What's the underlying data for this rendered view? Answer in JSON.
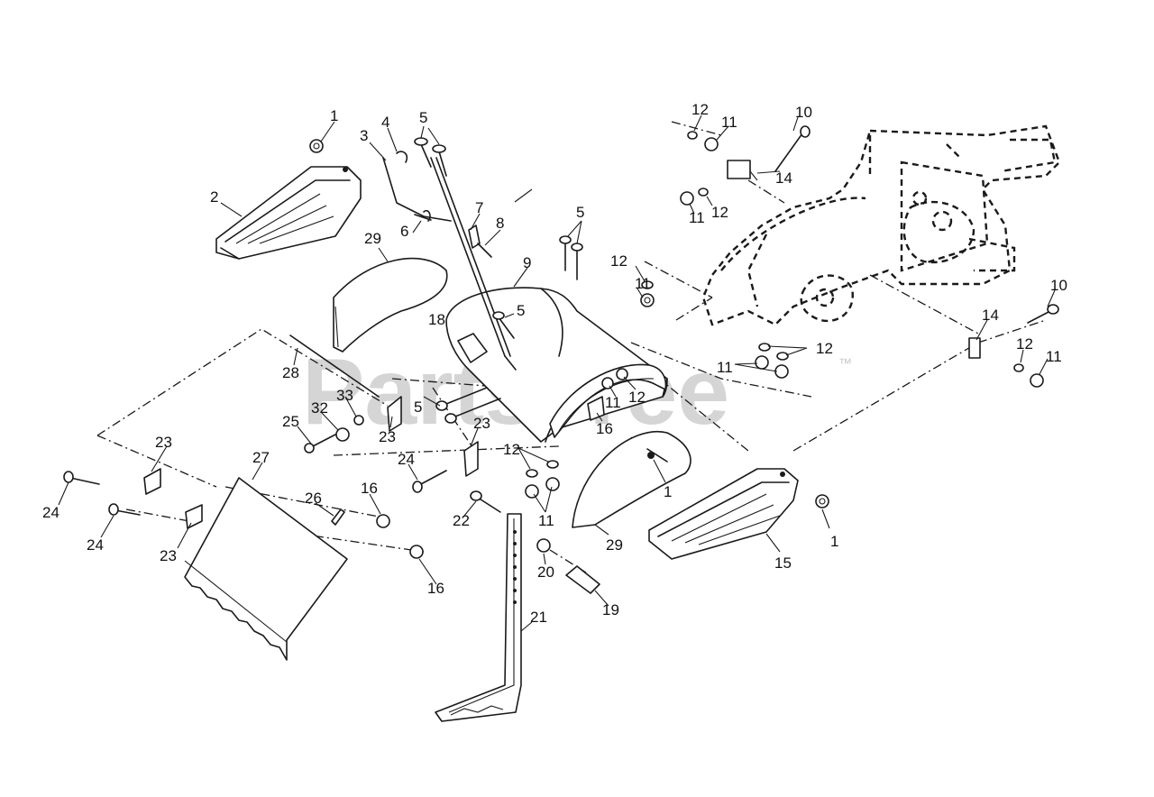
{
  "watermark": {
    "text": "PartsTree",
    "trademark": "™"
  },
  "callouts": [
    {
      "id": "c1a",
      "text": "1"
    },
    {
      "id": "c1b",
      "text": "1"
    },
    {
      "id": "c1c",
      "text": "1"
    },
    {
      "id": "c2",
      "text": "2"
    },
    {
      "id": "c3",
      "text": "3"
    },
    {
      "id": "c4",
      "text": "4"
    },
    {
      "id": "c5a",
      "text": "5"
    },
    {
      "id": "c5b",
      "text": "5"
    },
    {
      "id": "c5c",
      "text": "5"
    },
    {
      "id": "c5d",
      "text": "5"
    },
    {
      "id": "c6",
      "text": "6"
    },
    {
      "id": "c7",
      "text": "7"
    },
    {
      "id": "c8",
      "text": "8"
    },
    {
      "id": "c9",
      "text": "9"
    },
    {
      "id": "c10a",
      "text": "10"
    },
    {
      "id": "c10b",
      "text": "10"
    },
    {
      "id": "c11a",
      "text": "11"
    },
    {
      "id": "c11b",
      "text": "11"
    },
    {
      "id": "c11c",
      "text": "11"
    },
    {
      "id": "c11d",
      "text": "11"
    },
    {
      "id": "c11e",
      "text": "11"
    },
    {
      "id": "c11f",
      "text": "11"
    },
    {
      "id": "c11g",
      "text": "11"
    },
    {
      "id": "c12a",
      "text": "12"
    },
    {
      "id": "c12b",
      "text": "12"
    },
    {
      "id": "c12c",
      "text": "12"
    },
    {
      "id": "c12d",
      "text": "12"
    },
    {
      "id": "c12e",
      "text": "12"
    },
    {
      "id": "c12f",
      "text": "12"
    },
    {
      "id": "c12g",
      "text": "12"
    },
    {
      "id": "c14a",
      "text": "14"
    },
    {
      "id": "c14b",
      "text": "14"
    },
    {
      "id": "c15",
      "text": "15"
    },
    {
      "id": "c16a",
      "text": "16"
    },
    {
      "id": "c16b",
      "text": "16"
    },
    {
      "id": "c16c",
      "text": "16"
    },
    {
      "id": "c18",
      "text": "18"
    },
    {
      "id": "c19",
      "text": "19"
    },
    {
      "id": "c20",
      "text": "20"
    },
    {
      "id": "c21",
      "text": "21"
    },
    {
      "id": "c22",
      "text": "22"
    },
    {
      "id": "c23a",
      "text": "23"
    },
    {
      "id": "c23b",
      "text": "23"
    },
    {
      "id": "c23c",
      "text": "23"
    },
    {
      "id": "c23d",
      "text": "23"
    },
    {
      "id": "c24a",
      "text": "24"
    },
    {
      "id": "c24b",
      "text": "24"
    },
    {
      "id": "c24c",
      "text": "24"
    },
    {
      "id": "c25",
      "text": "25"
    },
    {
      "id": "c26",
      "text": "26"
    },
    {
      "id": "c27",
      "text": "27"
    },
    {
      "id": "c28",
      "text": "28"
    },
    {
      "id": "c29a",
      "text": "29"
    },
    {
      "id": "c29b",
      "text": "29"
    },
    {
      "id": "c32",
      "text": "32"
    },
    {
      "id": "c33",
      "text": "33"
    }
  ]
}
